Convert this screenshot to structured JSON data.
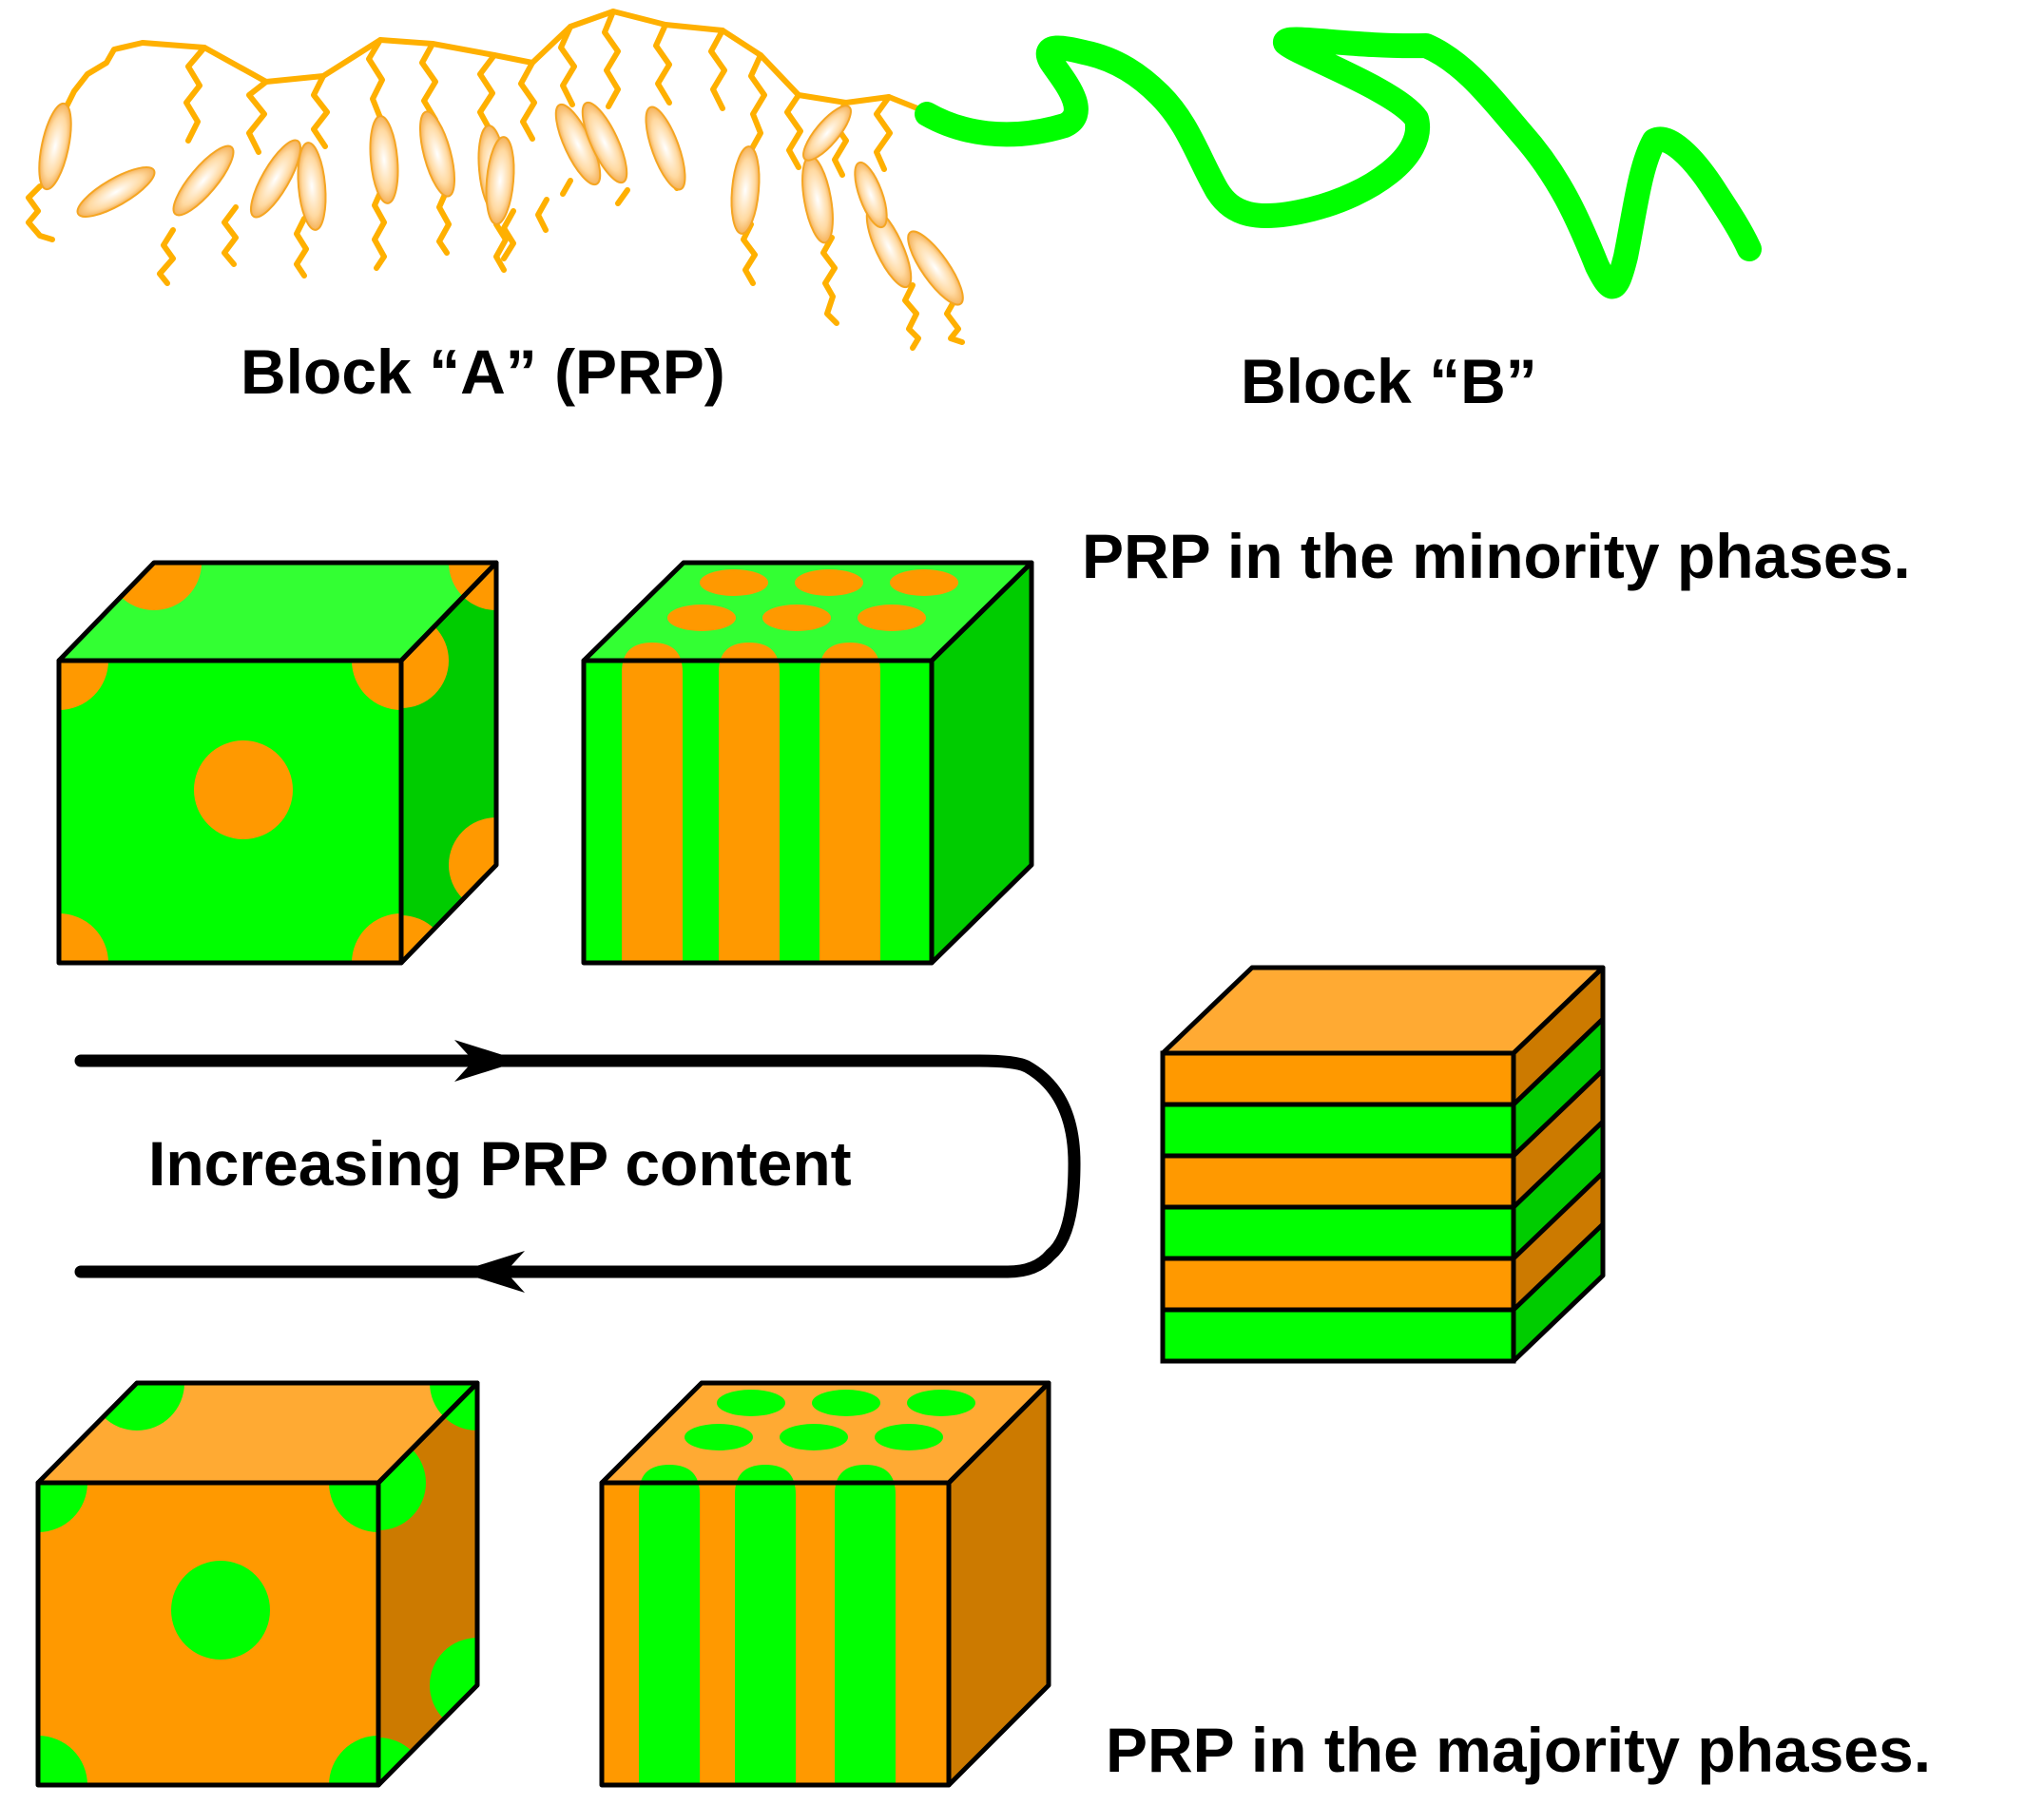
{
  "labels": {
    "block_a": "Block “A” (PRP)",
    "block_b": "Block “B”",
    "minority": "PRP in the minority phases.",
    "majority": "PRP in the majority phases.",
    "increasing": "Increasing PRP content"
  },
  "colors": {
    "green": "#00ff00",
    "green_light": "#33ff33",
    "green_dark": "#00cc00",
    "orange": "#ff9900",
    "orange_light": "#ffaa33",
    "orange_dark": "#cc7a00",
    "outline": "#000000",
    "chain_gold": "#ffb000"
  },
  "structures": [
    {
      "name": "spheres",
      "matrix": "Block B",
      "domains": "PRP"
    },
    {
      "name": "cylinders",
      "matrix": "Block B",
      "domains": "PRP"
    },
    {
      "name": "lamellae",
      "layers": 6
    },
    {
      "name": "spheres",
      "matrix": "PRP",
      "domains": "Block B"
    },
    {
      "name": "cylinders",
      "matrix": "PRP",
      "domains": "Block B"
    }
  ]
}
